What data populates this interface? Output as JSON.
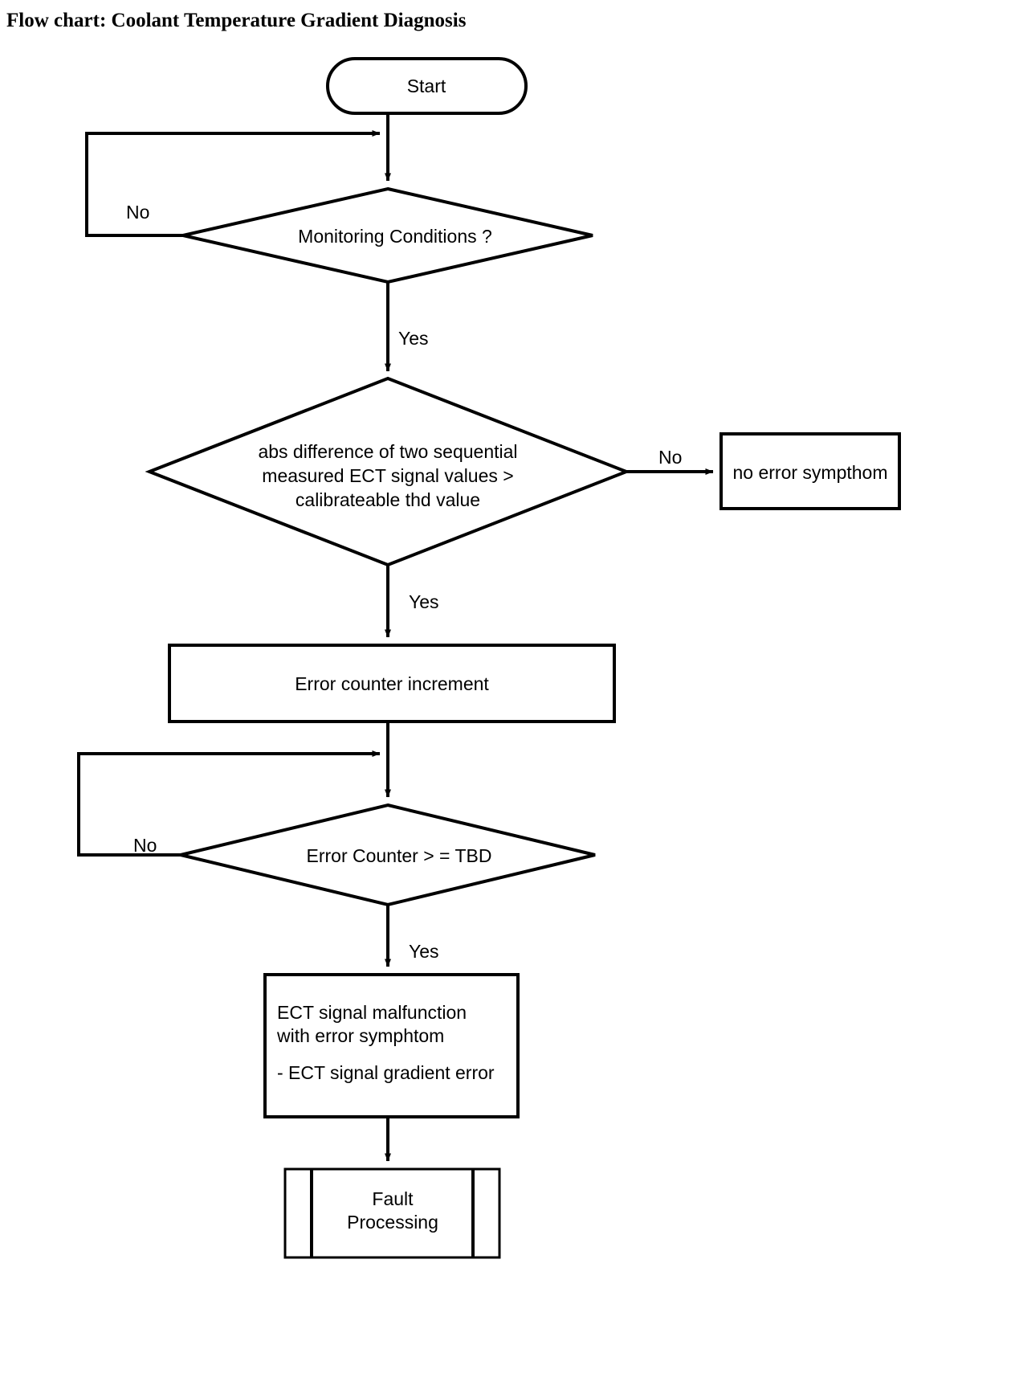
{
  "title": "Flow chart: Coolant Temperature Gradient Diagnosis",
  "colors": {
    "stroke": "#000000",
    "fill": "#ffffff",
    "text": "#000000"
  },
  "nodes": {
    "start": {
      "label": "Start",
      "shape": "stadium"
    },
    "monitoring": {
      "label": "Monitoring Conditions ?",
      "shape": "diamond"
    },
    "abs_diff": {
      "shape": "diamond",
      "lines": [
        "abs difference of two sequential",
        "measured ECT signal values >",
        "calibrateable thd value"
      ]
    },
    "no_error": {
      "label": "no error sympthom",
      "shape": "rectangle"
    },
    "counter_inc": {
      "label": "Error counter increment",
      "shape": "rectangle"
    },
    "counter_tbd": {
      "label": "Error Counter > = TBD",
      "shape": "diamond"
    },
    "malfunction": {
      "shape": "rectangle",
      "lines": [
        "ECT signal malfunction",
        "with error symphtom",
        "",
        "- ECT signal gradient error"
      ]
    },
    "fault_processing": {
      "shape": "predefined-process",
      "lines": [
        "Fault",
        "Processing"
      ]
    }
  },
  "edges": {
    "monitoring_no": "No",
    "monitoring_yes": "Yes",
    "abs_diff_no": "No",
    "abs_diff_yes": "Yes",
    "counter_tbd_no": "No",
    "counter_tbd_yes": "Yes"
  }
}
